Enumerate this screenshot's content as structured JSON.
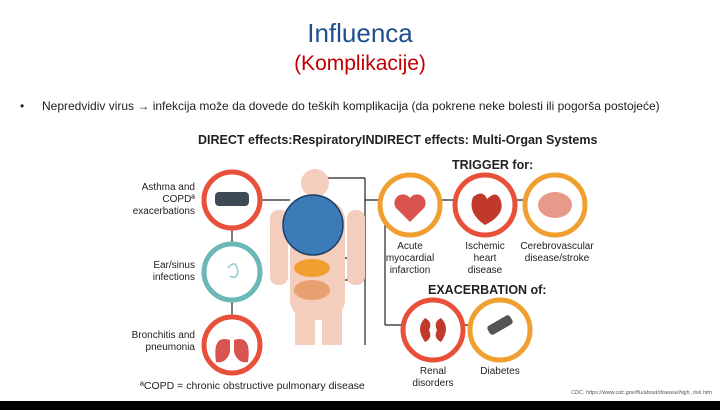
{
  "title": "Influenca",
  "subtitle": "(Komplikacije)",
  "bullet": "Nepredvidiv virus → infekcija može da dovede do teških komplikacija (da pokrene neke bolesti ili pogorša postojeće)",
  "direct_heading": "DIRECT effects:Respiratory",
  "indirect_heading": "INDIRECT effects: Multi-Organ Systems",
  "direct": [
    {
      "label": "Asthma and COPDª exacerbations"
    },
    {
      "label": "Ear/sinus infections"
    },
    {
      "label": "Bronchitis and pneumonia"
    }
  ],
  "trigger_heading": "TRIGGER for:",
  "trigger": [
    {
      "label": "Acute myocardial infarction"
    },
    {
      "label": "Ischemic heart disease"
    },
    {
      "label": "Cerebrovascular disease/stroke"
    }
  ],
  "exacerbation_heading": "EXACERBATION of:",
  "exacerbation": [
    {
      "label": "Renal disorders"
    },
    {
      "label": "Diabetes"
    }
  ],
  "footnote": "ªCOPD = chronic obstructive pulmonary disease",
  "citation": "CDC. https://www.cdc.gov/flu/about/disease/high_risk.htm",
  "colors": {
    "title": "#1f4e8c",
    "subtitle": "#c00000",
    "ring_red": "#e8503a",
    "ring_orange": "#f0a030",
    "ring_teal": "#6cb8b8"
  }
}
